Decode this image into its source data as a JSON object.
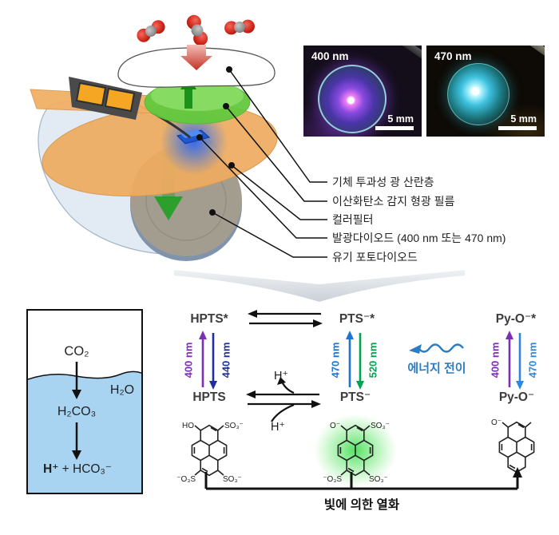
{
  "colors": {
    "purple_400nm": "#7b2fb3",
    "navy_440nm": "#20309b",
    "blue_470nm": "#1d74d2",
    "blue_470nm_light": "#2e86de",
    "green_520nm": "#00a44f",
    "energy_transfer_blue": "#2a7dc0",
    "water_blue": "#a9d4f1",
    "sensor_film_green": "#62c93e",
    "filter_orange": "#eeab60"
  },
  "photos": {
    "left": {
      "wavelength": "400 nm",
      "scale": "5 mm"
    },
    "right": {
      "wavelength": "470 nm",
      "scale": "5 mm"
    }
  },
  "device_labels": {
    "scattering": "기체 투과성 광 산란층",
    "film": "이산화탄소 감지 형광 필름",
    "filter": "컬러필터",
    "led": "발광다이오드 (400 nm 또는 470 nm)",
    "opd": "유기 포토다이오드"
  },
  "hydration": {
    "co2": "CO₂",
    "h2o": "H₂O",
    "h2co3": "H₂CO₃",
    "h_plus": "H⁺",
    "bicarbonate": " + HCO₃⁻"
  },
  "mechanism": {
    "hpts_excited": "HPTS*",
    "pts_excited": "PTS⁻*",
    "pyo_excited": "Py-O⁻*",
    "hpts": "HPTS",
    "pts": "PTS⁻",
    "pyo": "Py-O⁻",
    "hpts_ex_nm": "400 nm",
    "hpts_em_nm": "440 nm",
    "pts_ex_nm": "470 nm",
    "pts_em_nm": "520 nm",
    "pyo_ex_nm": "400 nm",
    "pyo_em_nm": "470 nm",
    "energy_transfer": "에너지 전이",
    "proton": "H⁺",
    "degradation": "빛에 의한 열화",
    "sub_ho": "HO",
    "sub_so3": "SO₃⁻",
    "sub_o3s": "⁻O₃S",
    "sub_o": "O⁻"
  }
}
